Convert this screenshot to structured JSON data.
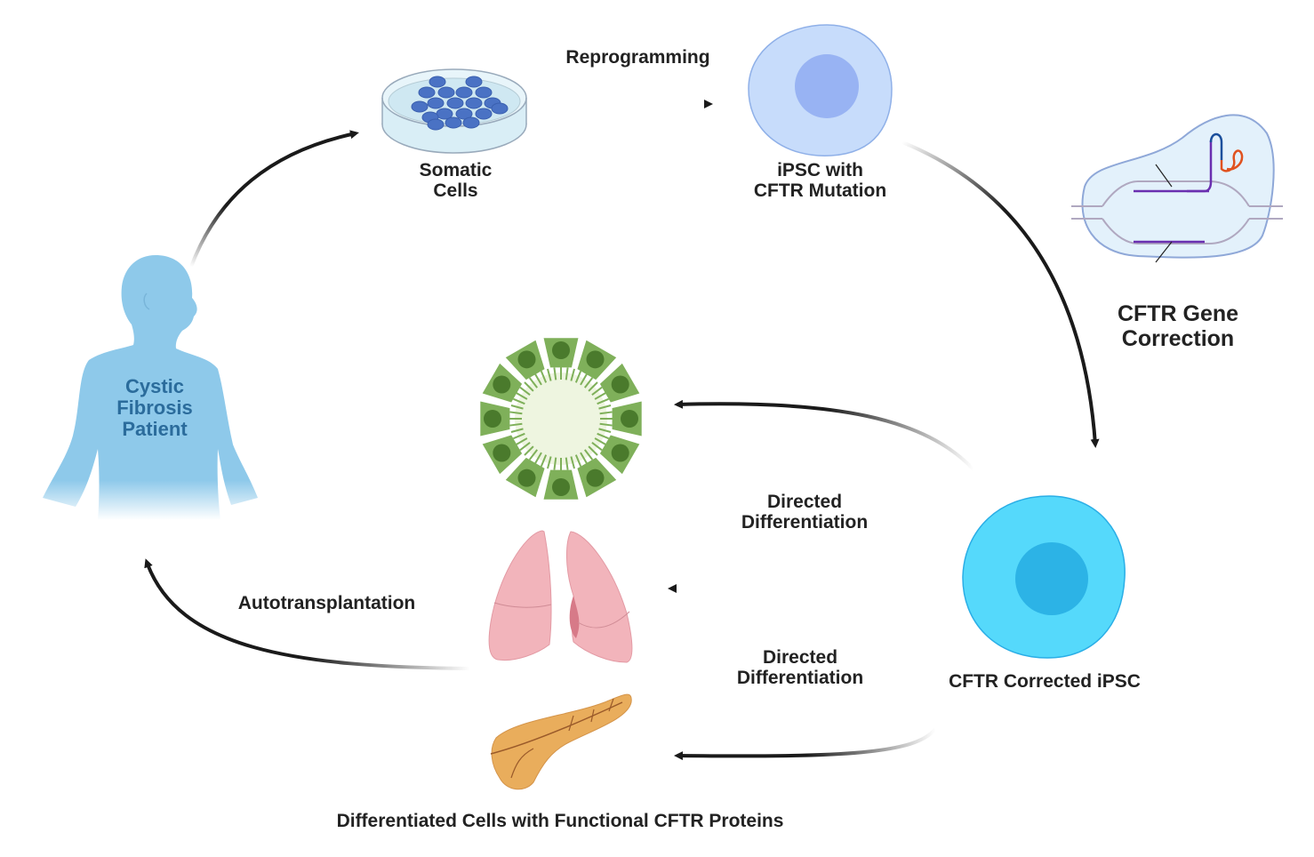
{
  "labels": {
    "reprogramming": "Reprogramming",
    "somatic_line1": "Somatic",
    "somatic_line2": "Cells",
    "ipsc_line1": "iPSC with",
    "ipsc_line2": "CFTR Mutation",
    "gene_line1": "CFTR Gene",
    "gene_line2": "Correction",
    "patient_line1": "Cystic",
    "patient_line2": "Fibrosis",
    "patient_line3": "Patient",
    "directed1_line1": "Directed",
    "directed1_line2": "Differentiation",
    "directed2_line1": "Directed",
    "directed2_line2": "Differentiation",
    "autotransplantation": "Autotransplantation",
    "corrected_ipsc": "CFTR Corrected iPSC",
    "differentiated": "Differentiated Cells with Functional CFTR Proteins"
  },
  "colors": {
    "arrow": "#1a1a1a",
    "patient": "#8ec9ea",
    "patient_text": "#2b6c9c",
    "ipsc_mut_cell": "#c7dcfb",
    "ipsc_mut_nucleus": "#98b3f3",
    "corrected_cell": "#55d9fb",
    "corrected_nucleus": "#2cb3e6",
    "organoid_cell": "#7fb05a",
    "organoid_nucleus": "#4a7a2c",
    "lung": "#f2b4bb",
    "pancreas": "#e9ad5c"
  }
}
